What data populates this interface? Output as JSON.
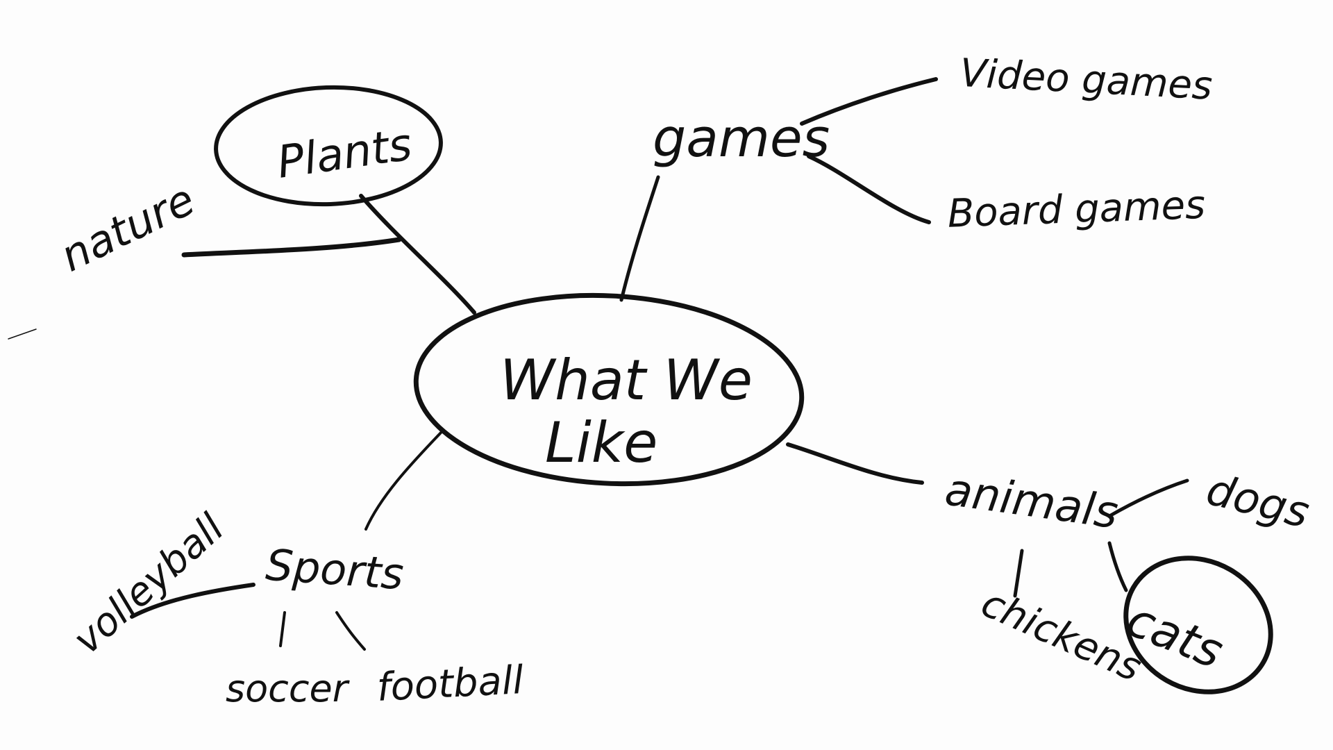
{
  "center": {
    "label_line1": "What We",
    "label_line2": "Like"
  },
  "nodes": {
    "plants": "Plants",
    "nature": "nature",
    "games": "games",
    "video_games": "Video games",
    "board_games": "Board games",
    "sports": "Sports",
    "volleyball": "volleyball",
    "soccer": "soccer",
    "football": "football",
    "animals": "animals",
    "dogs": "dogs",
    "cats": "cats",
    "chickens": "chickens"
  },
  "colors": {
    "ink": "#111111",
    "paper": "#fdfdfd"
  }
}
